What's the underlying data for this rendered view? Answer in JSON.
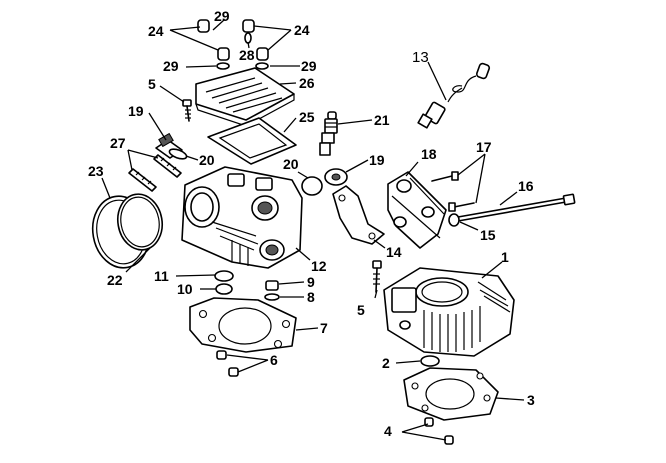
{
  "callouts": {
    "c1": "1",
    "c2": "2",
    "c3": "3",
    "c4": "4",
    "c5a": "5",
    "c5b": "5",
    "c6": "6",
    "c7": "7",
    "c8": "8",
    "c9": "9",
    "c10": "10",
    "c11": "11",
    "c12": "12",
    "c13": "13",
    "c14": "14",
    "c15": "15",
    "c16": "16",
    "c17": "17",
    "c18": "18",
    "c19a": "19",
    "c19b": "19",
    "c20a": "20",
    "c20b": "20",
    "c21": "21",
    "c22": "22",
    "c23": "23",
    "c24a": "24",
    "c24b": "24",
    "c25": "25",
    "c26": "26",
    "c27": "27",
    "c28": "28",
    "c29a": "29",
    "c29b": "29",
    "c29c": "29"
  },
  "colors": {
    "line": "#000000",
    "background": "#ffffff",
    "shade": "#555555"
  }
}
